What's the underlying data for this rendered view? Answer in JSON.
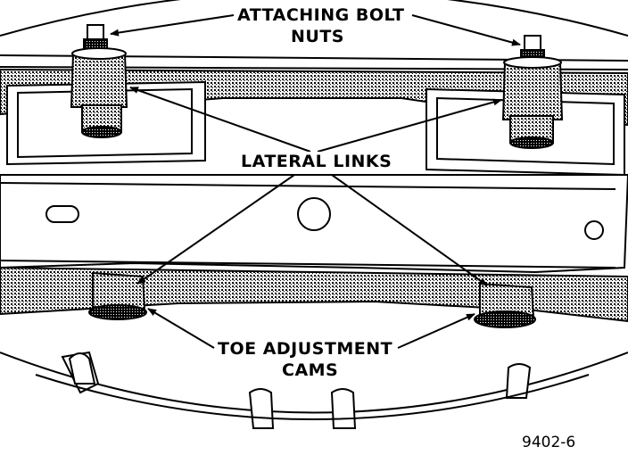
{
  "labels": {
    "attaching_line1": "ATTACHING BOLT",
    "attaching_line2": "NUTS",
    "lateral_links": "LATERAL LINKS",
    "toe_line1": "TOE ADJUSTMENT",
    "toe_line2": "CAMS"
  },
  "figure_number": "9402-6",
  "colors": {
    "ink": "#000000",
    "paper": "#ffffff"
  }
}
